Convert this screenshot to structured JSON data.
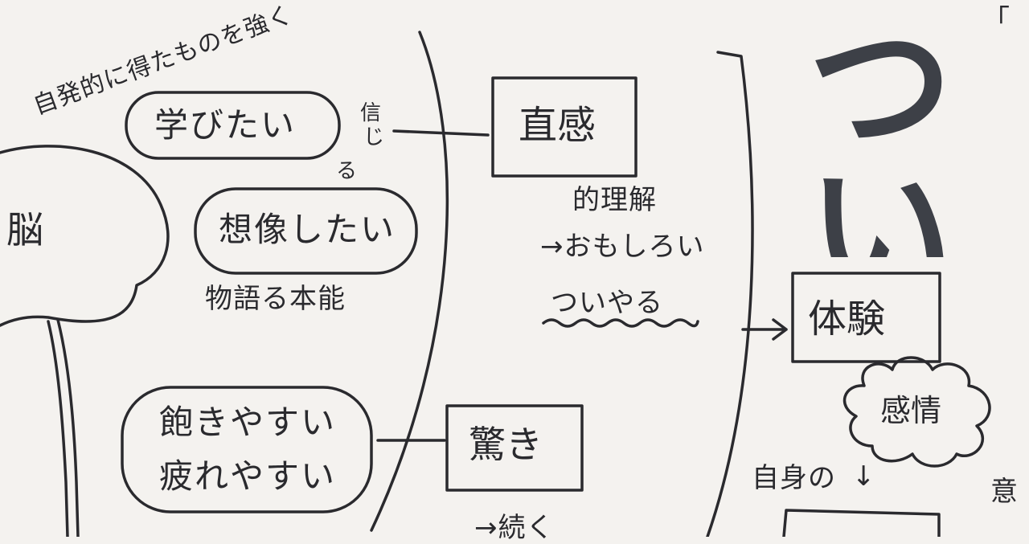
{
  "brain_label": "脳",
  "arc_caption": "自発的に得たものを強く",
  "shinjiru": [
    "信",
    "じ",
    "る"
  ],
  "nodes": {
    "manabitai": "学びたい",
    "souzou": "想像したい",
    "monogatari": "物語る本能",
    "akiyasui": "飽きやすい",
    "tsukareyasui": "疲れやすい",
    "chokkan": "直感",
    "tekirikai": "的理解",
    "omoshiroi": "→おもしろい",
    "tsuiyaru": "ついやる",
    "odoroki": "驚き",
    "bottom_arrow_text": "→続く",
    "taiken": "体験",
    "kanjou": "感情",
    "jishin": "自身の",
    "jishin_arrow": "↓",
    "right_edge": "意",
    "bracket_mark": "「",
    "big_title": "つい"
  },
  "colors": {
    "ink": "#2a2a2e",
    "paper": "#f4f2ef",
    "marker": "#3d4047"
  }
}
